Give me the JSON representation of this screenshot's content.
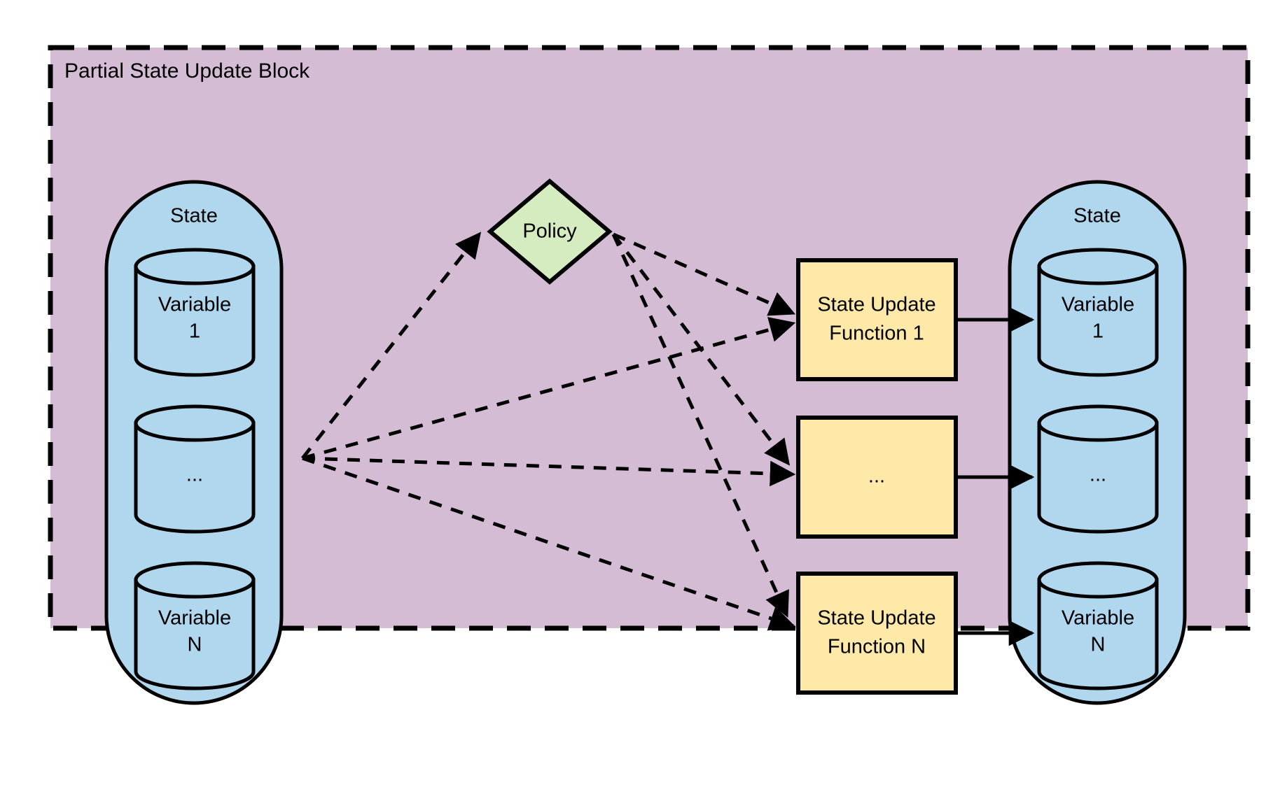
{
  "diagram": {
    "title": "Partial State Update Block",
    "colors": {
      "block_background": "#d5bcd5",
      "block_border": "#000000",
      "state_fill": "#b1d7ee",
      "variable_fill": "#b1d7ee",
      "policy_fill": "#d5ecc0",
      "function_fill": "#ffe9a8",
      "stroke": "#000000",
      "page_background": "#ffffff"
    },
    "input_state": {
      "label": "State",
      "variables": [
        {
          "line1": "Variable",
          "line2": "1"
        },
        {
          "line1": "...",
          "line2": ""
        },
        {
          "line1": "Variable",
          "line2": "N"
        }
      ]
    },
    "policy": {
      "label": "Policy",
      "shape": "diamond"
    },
    "functions": [
      {
        "line1": "State Update",
        "line2": "Function 1"
      },
      {
        "line1": "...",
        "line2": ""
      },
      {
        "line1": "State Update",
        "line2": "Function N"
      }
    ],
    "output_state": {
      "label": "State",
      "variables": [
        {
          "line1": "Variable",
          "line2": "1"
        },
        {
          "line1": "...",
          "line2": ""
        },
        {
          "line1": "Variable",
          "line2": "N"
        }
      ]
    },
    "edges": [
      {
        "name": "state-to-policy",
        "style": "dashed",
        "from": "input-state",
        "to": "policy"
      },
      {
        "name": "state-to-function-1",
        "style": "dashed",
        "from": "input-state",
        "to": "function-1"
      },
      {
        "name": "state-to-function-mid",
        "style": "dashed",
        "from": "input-state",
        "to": "function-mid"
      },
      {
        "name": "state-to-function-n",
        "style": "dashed",
        "from": "input-state",
        "to": "function-n"
      },
      {
        "name": "policy-to-function-1",
        "style": "dashed",
        "from": "policy",
        "to": "function-1"
      },
      {
        "name": "policy-to-function-mid",
        "style": "dashed",
        "from": "policy",
        "to": "function-mid"
      },
      {
        "name": "policy-to-function-n",
        "style": "dashed",
        "from": "policy",
        "to": "function-n"
      },
      {
        "name": "function-1-to-variable-1",
        "style": "solid",
        "from": "function-1",
        "to": "out-variable-1"
      },
      {
        "name": "function-mid-to-variable-mid",
        "style": "solid",
        "from": "function-mid",
        "to": "out-variable-mid"
      },
      {
        "name": "function-n-to-variable-n",
        "style": "solid",
        "from": "function-n",
        "to": "out-variable-n"
      }
    ]
  }
}
